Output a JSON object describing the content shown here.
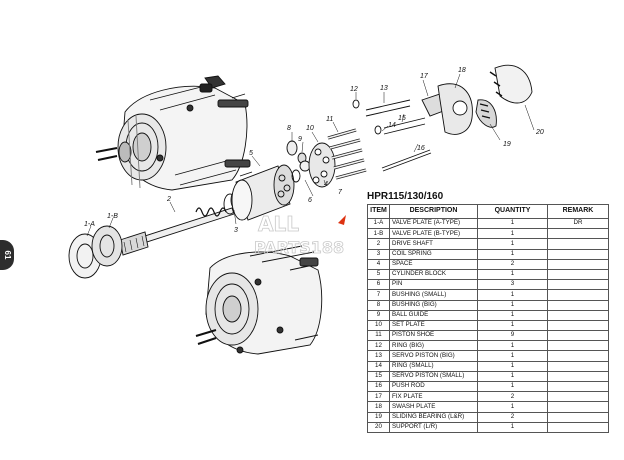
{
  "page": {
    "number": "61"
  },
  "watermark": {
    "line1": "ALL",
    "line2": "PARTS188"
  },
  "table": {
    "title": "HPR115/130/160",
    "headers": {
      "item": "ITEM",
      "description": "DESCRIPTION",
      "quantity": "QUANTITY",
      "remark": "REMARK"
    },
    "rows": [
      {
        "item": "1-A",
        "description": "VALVE PLATE (A-TYPE)",
        "quantity": "1",
        "remark": "DR"
      },
      {
        "item": "1-B",
        "description": "VALVE PLATE (B-TYPE)",
        "quantity": "1",
        "remark": ""
      },
      {
        "item": "2",
        "description": "DRIVE SHAFT",
        "quantity": "1",
        "remark": ""
      },
      {
        "item": "3",
        "description": "COIL SPRING",
        "quantity": "1",
        "remark": ""
      },
      {
        "item": "4",
        "description": "SPACE",
        "quantity": "2",
        "remark": ""
      },
      {
        "item": "5",
        "description": "CYLINDER BLOCK",
        "quantity": "1",
        "remark": ""
      },
      {
        "item": "6",
        "description": "PIN",
        "quantity": "3",
        "remark": ""
      },
      {
        "item": "7",
        "description": "BUSHING (SMALL)",
        "quantity": "1",
        "remark": ""
      },
      {
        "item": "8",
        "description": "BUSHING (BIG)",
        "quantity": "1",
        "remark": ""
      },
      {
        "item": "9",
        "description": "BALL GUIDE",
        "quantity": "1",
        "remark": ""
      },
      {
        "item": "10",
        "description": "SET PLATE",
        "quantity": "1",
        "remark": ""
      },
      {
        "item": "11",
        "description": "PISTON SHOE",
        "quantity": "9",
        "remark": ""
      },
      {
        "item": "12",
        "description": "RING (BIG)",
        "quantity": "1",
        "remark": ""
      },
      {
        "item": "13",
        "description": "SERVO PISTON (BIG)",
        "quantity": "1",
        "remark": ""
      },
      {
        "item": "14",
        "description": "RING (SMALL)",
        "quantity": "1",
        "remark": ""
      },
      {
        "item": "15",
        "description": "SERVO PISTON (SMALL)",
        "quantity": "1",
        "remark": ""
      },
      {
        "item": "16",
        "description": "PUSH ROD",
        "quantity": "1",
        "remark": ""
      },
      {
        "item": "17",
        "description": "FIX PLATE",
        "quantity": "2",
        "remark": ""
      },
      {
        "item": "18",
        "description": "SWASH PLATE",
        "quantity": "1",
        "remark": ""
      },
      {
        "item": "19",
        "description": "SLIDING BEARING (L&R)",
        "quantity": "2",
        "remark": ""
      },
      {
        "item": "20",
        "description": "SUPPORT (L/R)",
        "quantity": "1",
        "remark": ""
      }
    ]
  },
  "callouts": [
    "1-A",
    "1-B",
    "2",
    "3",
    "4",
    "5",
    "6",
    "7",
    "8",
    "9",
    "10",
    "11",
    "12",
    "13",
    "14",
    "15",
    "16",
    "17",
    "18",
    "19",
    "20"
  ]
}
